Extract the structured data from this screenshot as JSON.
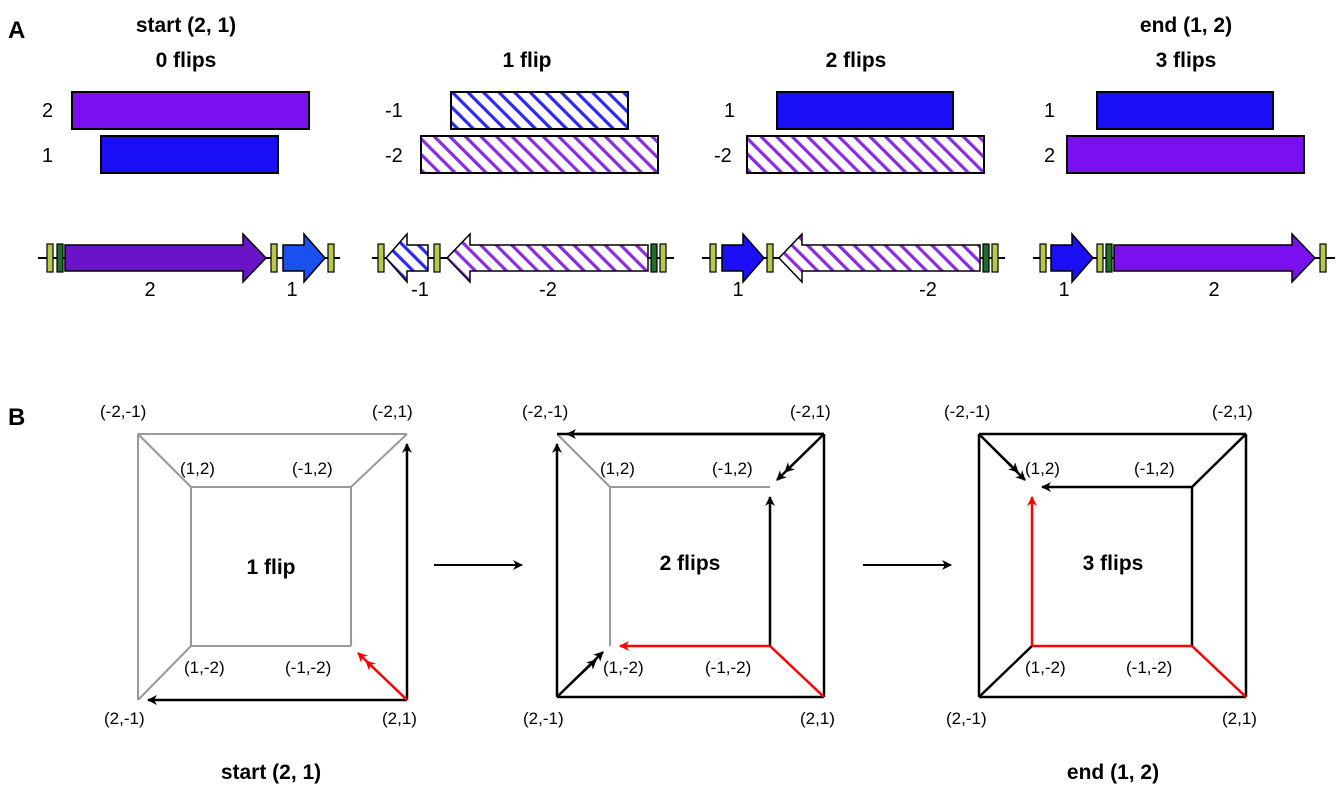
{
  "panel_a": {
    "label": "A",
    "columns": [
      {
        "title_lines": [
          "start (2, 1)",
          "0 flips"
        ],
        "row_labels": [
          "2",
          "1"
        ],
        "gene_labels": [
          "2",
          "1"
        ]
      },
      {
        "title_lines": [
          "1 flip"
        ],
        "row_labels": [
          "-1",
          "-2"
        ],
        "gene_labels": [
          "-1",
          "-2"
        ]
      },
      {
        "title_lines": [
          "2 flips"
        ],
        "row_labels": [
          "1",
          "-2"
        ],
        "gene_labels": [
          "1",
          "-2"
        ]
      },
      {
        "title_lines": [
          "end (1, 2)",
          "3 flips"
        ],
        "row_labels": [
          "1",
          "2"
        ],
        "gene_labels": [
          "1",
          "2"
        ]
      }
    ]
  },
  "panel_b": {
    "label": "B",
    "diagrams": [
      {
        "center": "1 flip",
        "caption": "start (2, 1)"
      },
      {
        "center": "2 flips",
        "caption": ""
      },
      {
        "center": "3 flips",
        "caption": "end (1, 2)"
      }
    ],
    "vertices": {
      "outer_tl": "(-2,-1)",
      "outer_tr": "(-2,1)",
      "outer_bl": "(2,-1)",
      "outer_br": "(2,1)",
      "inner_tl": "(1,2)",
      "inner_tr": "(-1,2)",
      "inner_bl": "(1,-2)",
      "inner_br": "(-1,-2)"
    }
  },
  "colors": {
    "gene_one": "#1a0ff5",
    "gene_two": "#7a0ff0",
    "gene_two_dark": "#6a14c8",
    "inverted_stripe": "#8a2be2",
    "inverted_stripe_blue": "#2a2af0",
    "site_marker": "#b8c84a",
    "edge_inactive": "#999999",
    "edge_active": "#000000",
    "edge_highlight": "#ff0000"
  }
}
